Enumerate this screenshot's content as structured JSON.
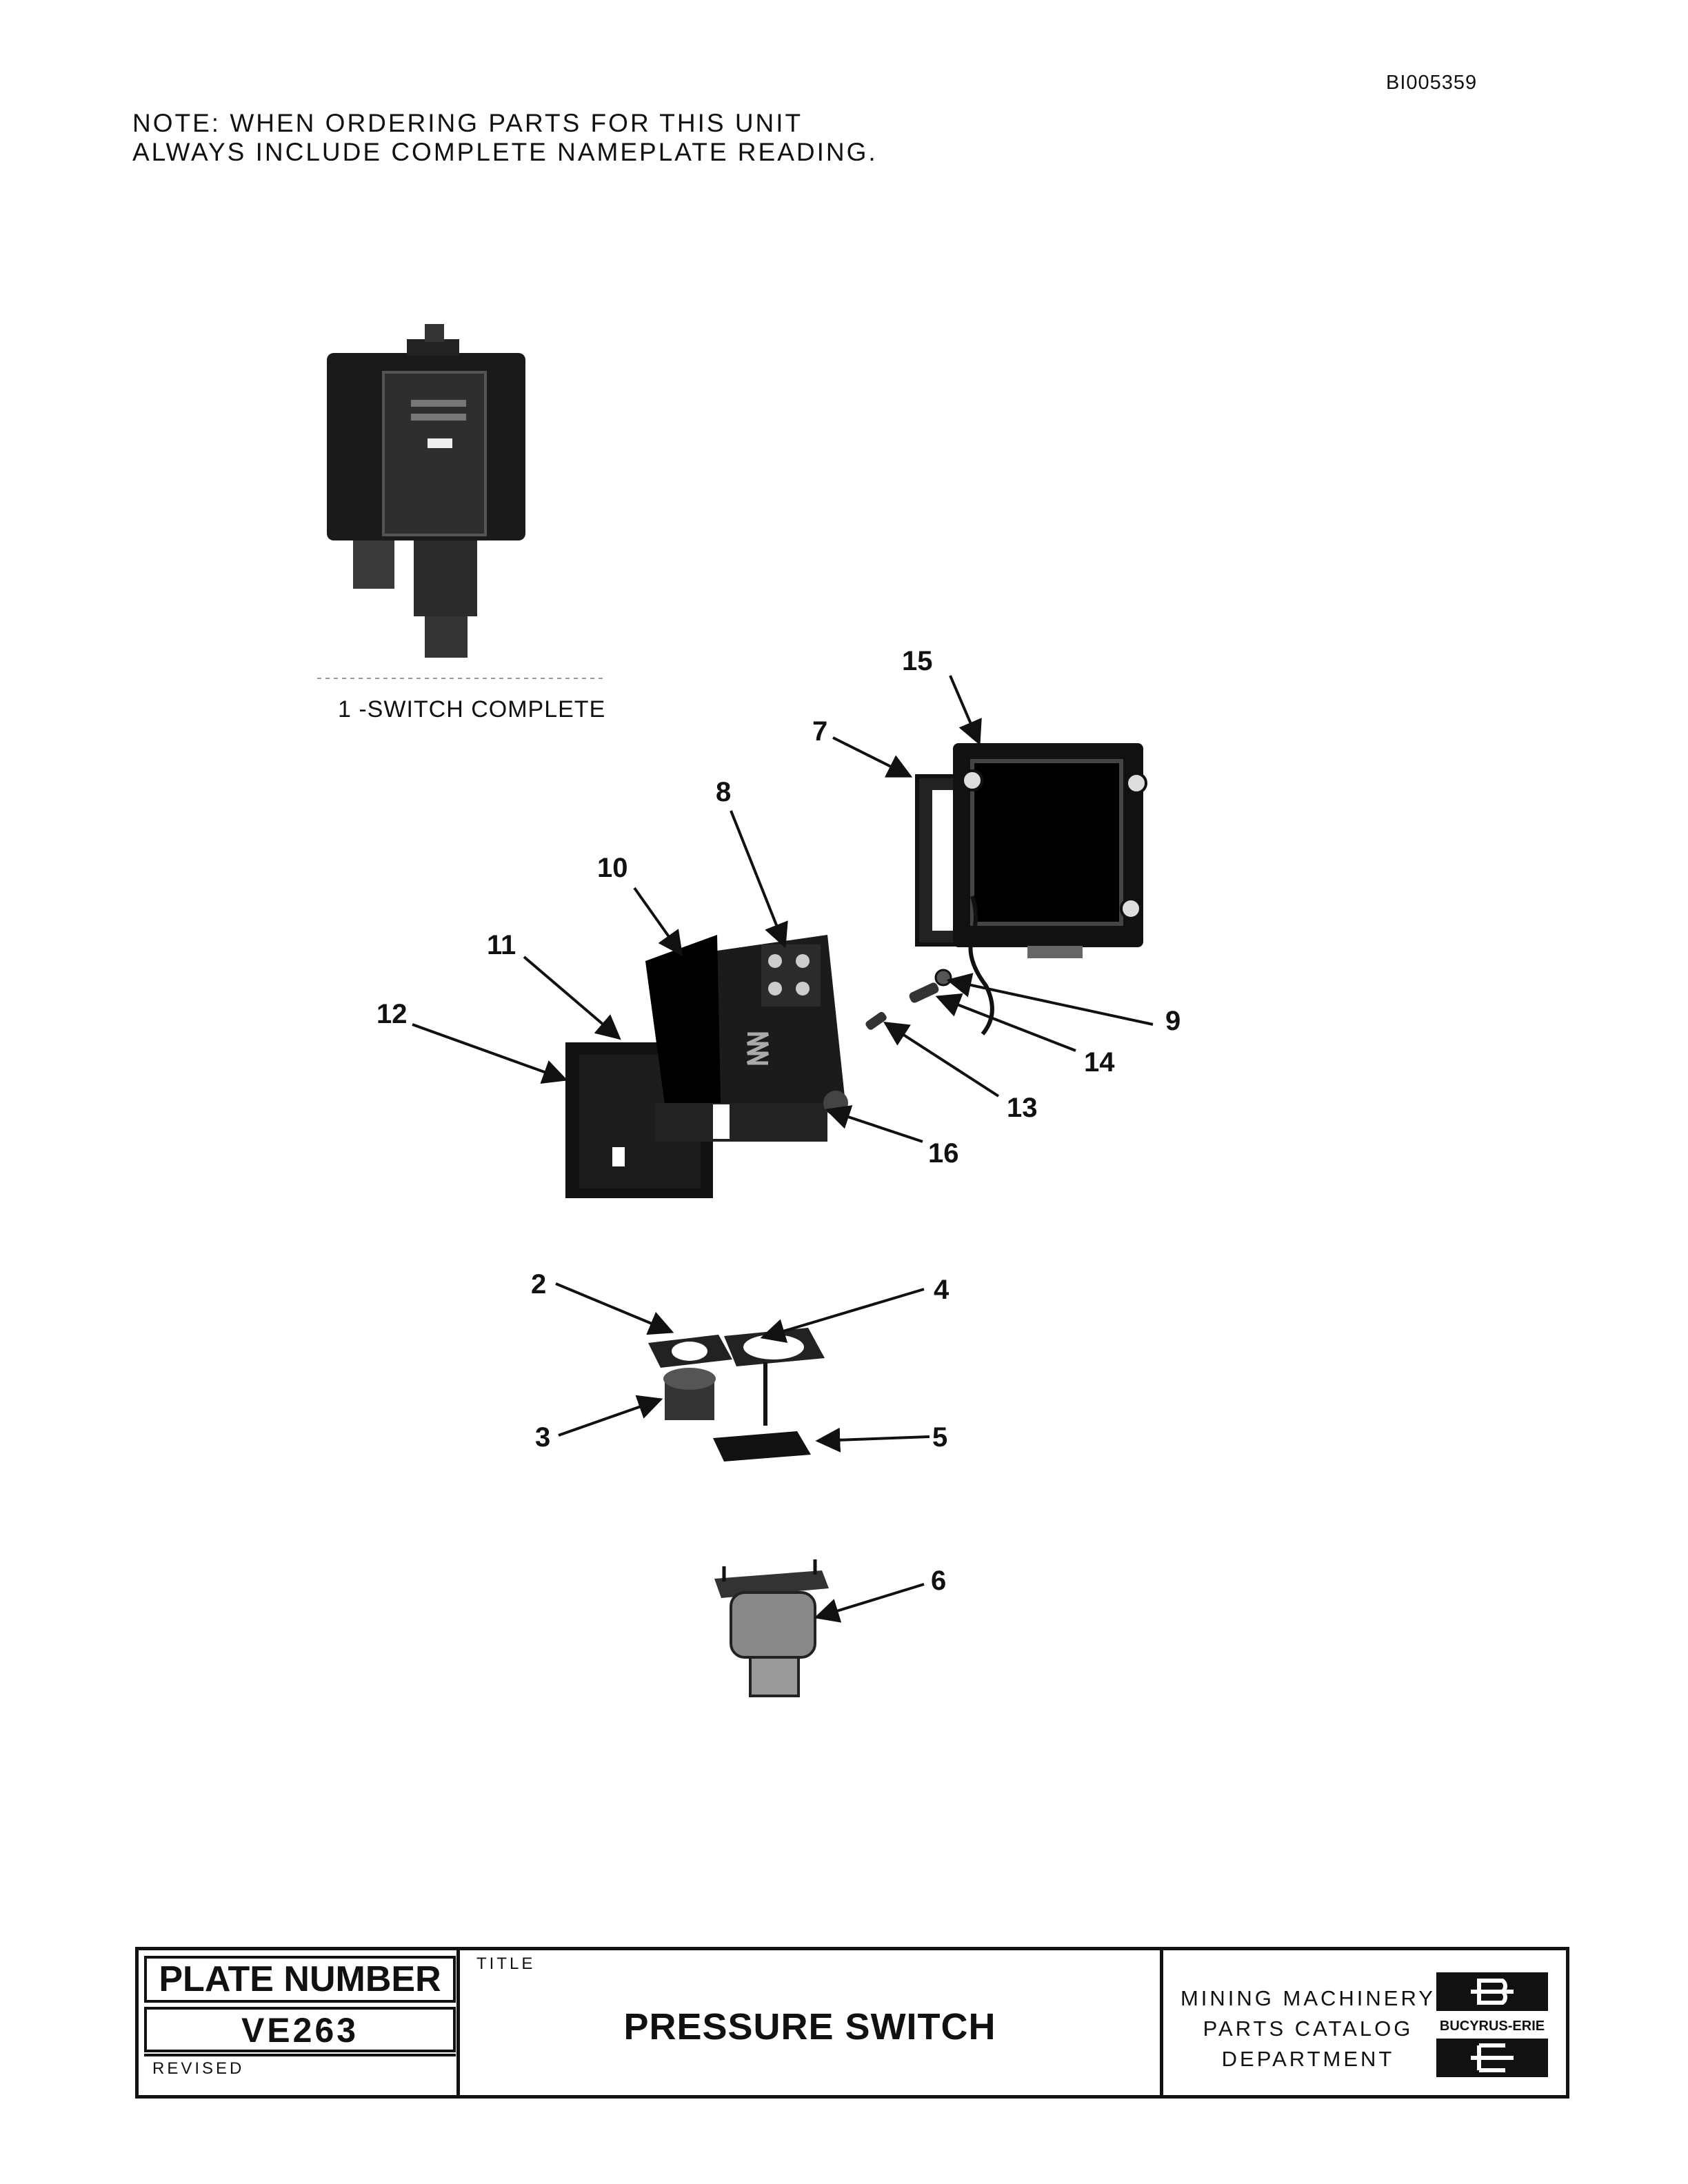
{
  "document_id": "BI005359",
  "note": {
    "line1": "NOTE:  WHEN ORDERING PARTS FOR THIS UNIT",
    "line2": "ALWAYS INCLUDE COMPLETE NAMEPLATE READING."
  },
  "caption": "1 -SWITCH  COMPLETE",
  "callouts": [
    "15",
    "7",
    "8",
    "10",
    "11",
    "12",
    "9",
    "14",
    "13",
    "16",
    "2",
    "4",
    "3",
    "5",
    "6"
  ],
  "title_block": {
    "plate_number_label": "PLATE NUMBER",
    "plate_number": "VE263",
    "revised_label": "REVISED",
    "title_label": "TITLE",
    "title": "PRESSURE  SWITCH",
    "department": [
      "MINING MACHINERY",
      "PARTS CATALOG",
      "DEPARTMENT"
    ],
    "logo_text": "BUCYRUS-ERIE"
  }
}
